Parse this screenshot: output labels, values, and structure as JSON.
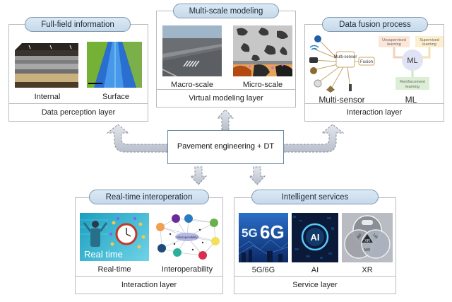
{
  "center": {
    "label": "Pavement engineering + DT"
  },
  "panels": {
    "full_field": {
      "title": "Full-field information",
      "items": [
        "Internal",
        "Surface"
      ],
      "layer": "Data perception layer"
    },
    "multi_scale": {
      "title": "Multi-scale modeling",
      "items": [
        "Macro-scale",
        "Micro-scale"
      ],
      "layer": "Virtual modeling layer"
    },
    "data_fusion": {
      "title": "Data fusion process",
      "items": [
        "Multi-sensor",
        "ML"
      ],
      "layer": "Interaction layer",
      "sensor_hub": "Multi-sensor",
      "fusion_label": "Fusion",
      "ml_center": "ML",
      "ml_nodes": [
        "Unsupervised learning",
        "Supervised learning",
        "Reinforcement learning"
      ]
    },
    "real_time": {
      "title": "Real-time interoperation",
      "items": [
        "Real-time",
        "Interoperability"
      ],
      "layer": "Interaction layer",
      "image_text": "Real time",
      "network_label": "Interoperability"
    },
    "intelligent": {
      "title": "Intelligent services",
      "items": [
        "5G/6G",
        "AI",
        "XR"
      ],
      "layer": "Service layer",
      "img_5g": "5G",
      "img_6g": "6G",
      "img_ai": "AI",
      "xr_labels": [
        "AR",
        "VR",
        "XR",
        "MR"
      ]
    }
  },
  "colors": {
    "pill_fill": "#c6d9ea",
    "pill_border": "#7f97ad",
    "arrow_fill": "#c7ccd6",
    "panel_border": "#b9bcc0",
    "center_border": "#6c8aa6"
  }
}
